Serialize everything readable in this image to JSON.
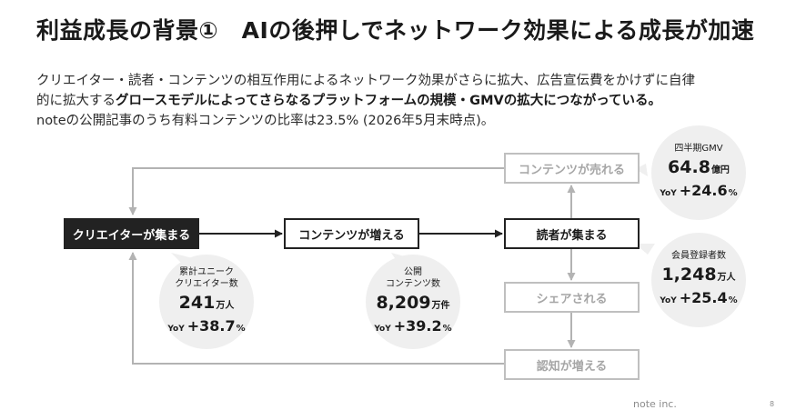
{
  "header": {
    "title": "利益成長の背景①　AIの後押しでネットワーク効果による成長が加速"
  },
  "intro": {
    "line1": "クリエイター・読者・コンテンツの相互作用によるネットワーク効果がさらに拡大、広告宣伝費をかけずに自律",
    "line2_plain": "的に拡大する",
    "line2_bold": "グロースモデルによってさらなるプラットフォームの規模・GMVの拡大につながっている。",
    "line3": "noteの公開記事のうち有料コンテンツの比率は23.5% (2026年5月末時点)。"
  },
  "flow": {
    "creators": "クリエイターが集まる",
    "contents": "コンテンツが増える",
    "readers": "読者が集まる",
    "sold": "コンテンツが売れる",
    "shared": "シェアされる",
    "awareness": "認知が増える"
  },
  "stats": {
    "creators": {
      "label1": "累計ユニーク",
      "label2": "クリエイター数",
      "value": "241",
      "unit": "万人",
      "yoy_label": "YoY",
      "yoy_value": "+38.7",
      "yoy_unit": "%"
    },
    "contents": {
      "label1": "公開",
      "label2": "コンテンツ数",
      "value": "8,209",
      "unit": "万件",
      "yoy_label": "YoY",
      "yoy_value": "+39.2",
      "yoy_unit": "%"
    },
    "gmv": {
      "label1": "四半期GMV",
      "value": "64.8",
      "unit": "億円",
      "yoy_label": "YoY",
      "yoy_value": "+24.6",
      "yoy_unit": "%"
    },
    "members": {
      "label1": "会員登録者数",
      "value": "1,248",
      "unit": "万人",
      "yoy_label": "YoY",
      "yoy_value": "+25.4",
      "yoy_unit": "%"
    }
  },
  "footer": {
    "company": "note inc.",
    "page": "8"
  },
  "colors": {
    "dark": "#222222",
    "muted": "#bfbfbf",
    "bubble": "#efefef"
  }
}
